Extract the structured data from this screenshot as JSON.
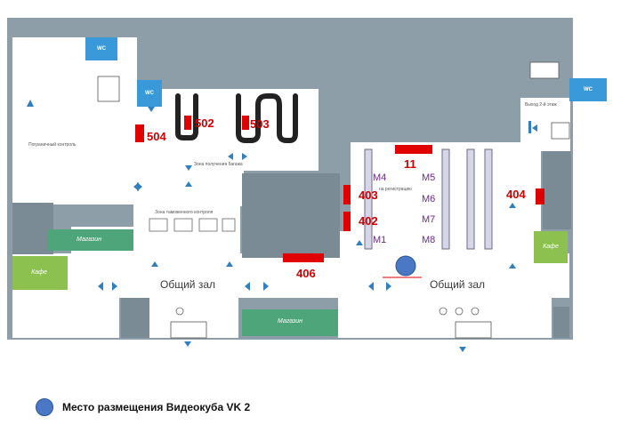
{
  "colors": {
    "wall": "#8e9ea8",
    "floor": "#ffffff",
    "gate_red": "#e00000",
    "shop_green": "#4fa57a",
    "cafe_green": "#8dc14f",
    "wc_blue": "#3a9ad9",
    "arrow_blue": "#2f7fc1",
    "marker_blue": "#4a78c4",
    "belt_dark": "#222222"
  },
  "gates": {
    "g504": "504",
    "g502": "502",
    "g503": "503",
    "g11": "11",
    "g403": "403",
    "g402": "402",
    "g404": "404",
    "g406": "406"
  },
  "kiosks": {
    "m4": "M4",
    "m5": "M5",
    "m6": "M6",
    "m1": "M1",
    "m7": "M7",
    "m8": "M8"
  },
  "halls": {
    "hall_left": "Общий зал",
    "hall_right": "Общий зал"
  },
  "zones": {
    "baggage": "Зона получения багажа",
    "customs": "Зона таможенного контроля",
    "passport": "Пограничный контроль",
    "registration": "на регистрацию",
    "exit_2nd": "Выход 2-й этаж"
  },
  "shops": {
    "shop_left": "Магазин",
    "shop_bottom": "Магазин"
  },
  "cafes": {
    "cafe_left": "Кафе",
    "cafe_right": "Кафе"
  },
  "wc": {
    "wc_top": "WC",
    "wc_mid": "WC",
    "wc_right": "WC"
  },
  "legend": {
    "text": "Место размещения Видеокуба VK 2"
  },
  "icons": [
    "arrow-icon",
    "escalator-icon",
    "marker-circle"
  ]
}
